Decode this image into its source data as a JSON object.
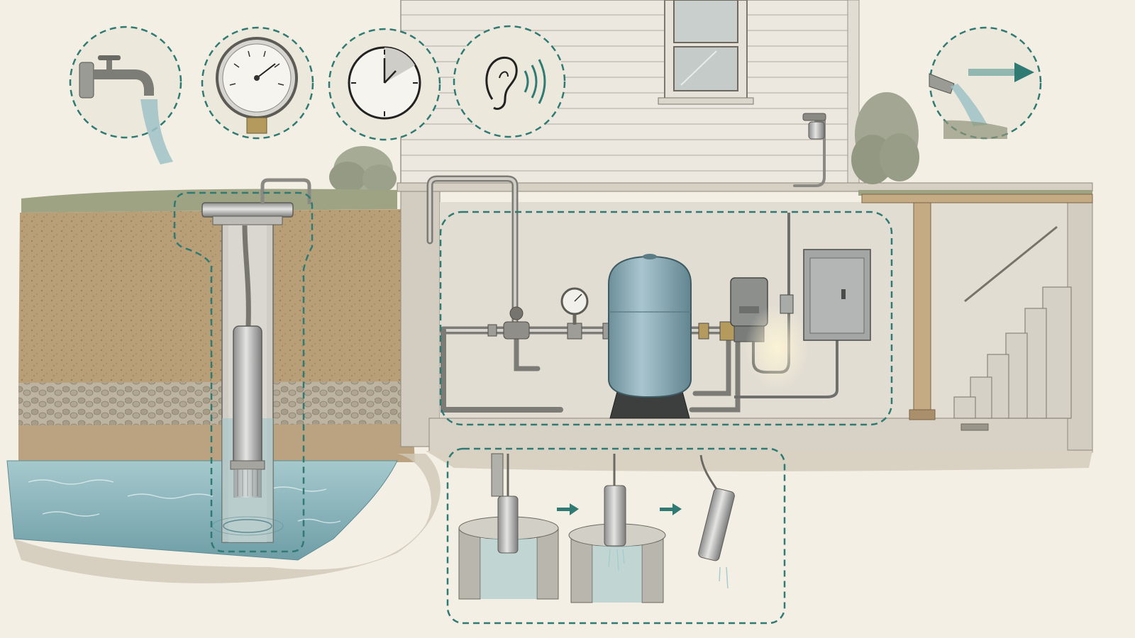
{
  "diagram": {
    "subject": "well-pump-system-cutaway",
    "has_visible_text": false,
    "callouts": [
      {
        "id": "outdoor-faucet",
        "icon": "faucet-icon"
      },
      {
        "id": "pressure-gauge",
        "icon": "gauge-icon"
      },
      {
        "id": "timer",
        "icon": "clock-icon"
      },
      {
        "id": "listen-for-noise",
        "icon": "ear-sound-icon"
      },
      {
        "id": "discharge-flow",
        "icon": "hose-flow-arrow-icon"
      }
    ],
    "highlight_regions": [
      {
        "id": "well-casing",
        "label": ""
      },
      {
        "id": "pressure-tank-area",
        "label": ""
      },
      {
        "id": "pump-removal-sequence",
        "label": ""
      }
    ],
    "removal_steps": 3
  },
  "colors": {
    "background": "#f4efe4",
    "accent_dashed": "#2f7a72",
    "soil": "#b59a72",
    "water": "#8fb8bf",
    "tank": "#8fb0bb",
    "concrete": "#dcd6cb",
    "siding": "#ebe7de"
  }
}
